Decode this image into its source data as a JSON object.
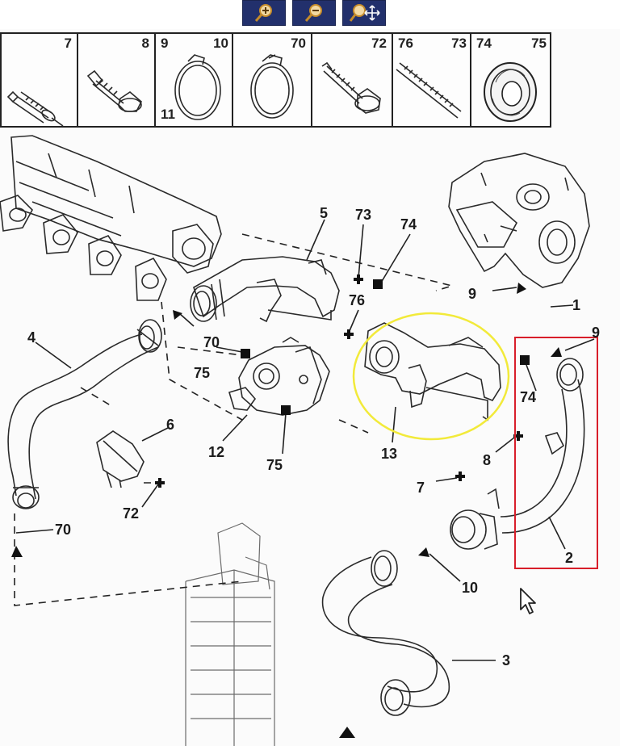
{
  "toolbar": {
    "buttons": [
      {
        "name": "zoom-in",
        "icon": "zoom-in-icon"
      },
      {
        "name": "zoom-out",
        "icon": "zoom-out-icon"
      },
      {
        "name": "zoom-move",
        "icon": "zoom-pan-icon"
      }
    ],
    "button_color": "#22306c"
  },
  "legend": {
    "cells": [
      {
        "numbers": [
          "7"
        ],
        "part": "screw-with-washer"
      },
      {
        "numbers": [
          "8"
        ],
        "part": "hex-bolt"
      },
      {
        "numbers": [
          "9",
          "10",
          "11"
        ],
        "part": "hose-clip"
      },
      {
        "numbers": [
          "70"
        ],
        "part": "hose-clamp"
      },
      {
        "numbers": [
          "72"
        ],
        "part": "flange-bolt"
      },
      {
        "numbers": [
          "76",
          "73"
        ],
        "part": "stud"
      },
      {
        "numbers": [
          "74",
          "75"
        ],
        "part": "gasket"
      }
    ]
  },
  "callouts": [
    "1",
    "2",
    "3",
    "4",
    "5",
    "6",
    "7",
    "8",
    "9",
    "9",
    "10",
    "12",
    "13",
    "70",
    "70",
    "72",
    "73",
    "74",
    "74",
    "75",
    "75",
    "76"
  ],
  "highlights": {
    "ellipse_color": "#f2ea3a",
    "box_color": "#d81e2a"
  }
}
